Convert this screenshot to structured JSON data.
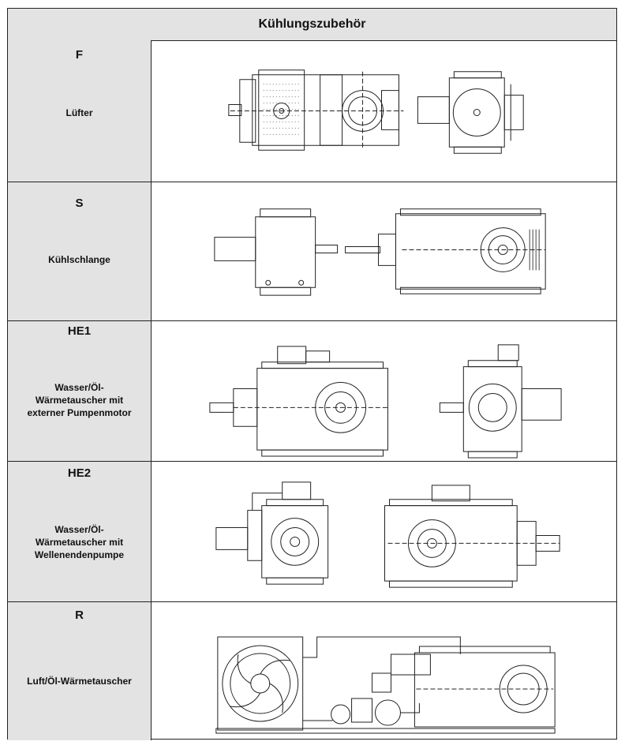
{
  "table": {
    "title": "Kühlungszubehör",
    "rows": [
      {
        "code": "F",
        "description": "Lüfter"
      },
      {
        "code": "S",
        "description": "Kühlschlange"
      },
      {
        "code": "HE1",
        "description": "Wasser/Öl-\nWärmetauscher mit\nexterner Pumpenmotor"
      },
      {
        "code": "HE2",
        "description": "Wasser/Öl-\nWärmetauscher mit\nWellenendenpumpe"
      },
      {
        "code": "R",
        "description": "Luft/Öl-Wärmetauscher"
      }
    ]
  }
}
